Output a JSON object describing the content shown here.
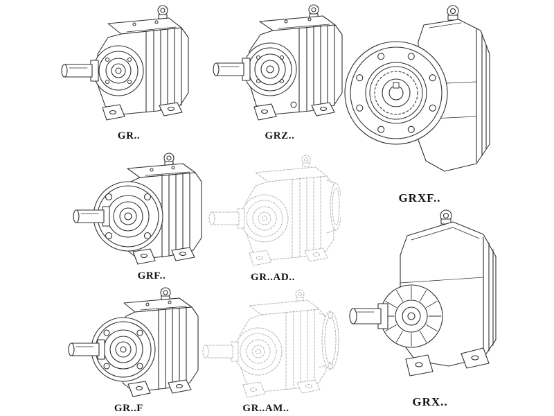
{
  "page": {
    "description": "Catalog sheet of eight helical gear reducer technical drawings",
    "background": "#ffffff"
  },
  "colors": {
    "line": "#2e2e2e",
    "phantom": "#b4b4b4",
    "label": "#141414"
  },
  "items": [
    {
      "id": "gr",
      "label": "GR.."
    },
    {
      "id": "grz",
      "label": "GRZ.."
    },
    {
      "id": "grxf",
      "label": "GRXF.."
    },
    {
      "id": "grf",
      "label": "GRF.."
    },
    {
      "id": "grad",
      "label": "GR..AD.."
    },
    {
      "id": "grff",
      "label": "GR..F"
    },
    {
      "id": "gram",
      "label": "GR..AM.."
    },
    {
      "id": "grx",
      "label": "GRX.."
    }
  ]
}
